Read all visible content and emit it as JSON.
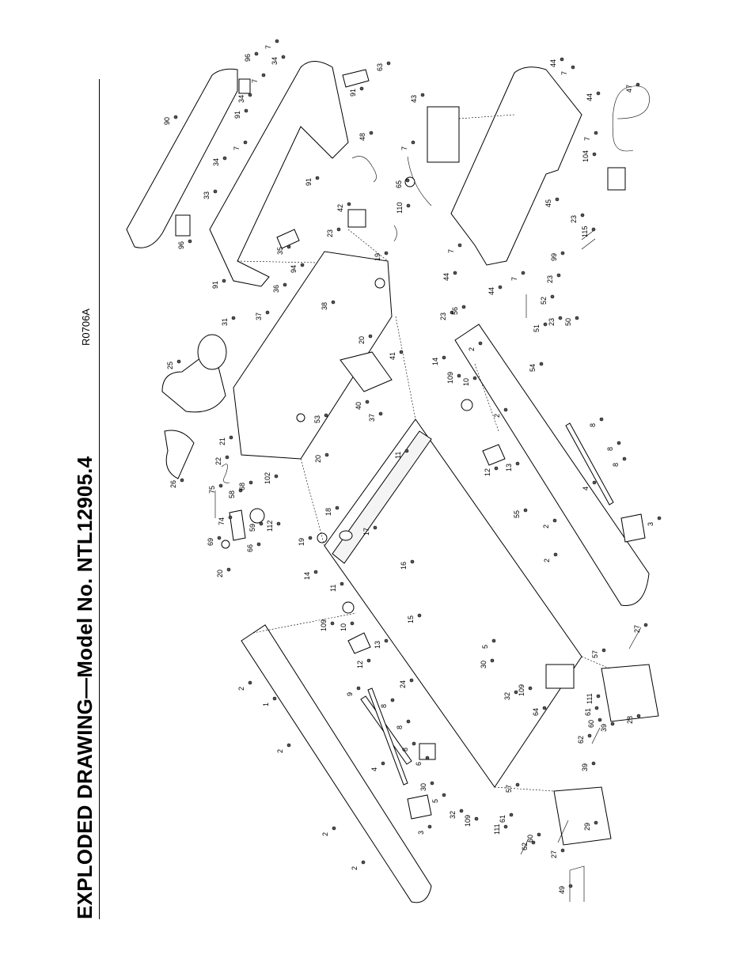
{
  "header": {
    "title": "EXPLODED DRAWING—Model No. NTL12905.4",
    "drawing_code": "R0706A"
  },
  "callouts": [
    {
      "id": "c-7a",
      "label": "7"
    },
    {
      "id": "c-34a",
      "label": "34"
    },
    {
      "id": "c-96a",
      "label": "96"
    },
    {
      "id": "c-63",
      "label": "63"
    },
    {
      "id": "c-7b",
      "label": "7"
    },
    {
      "id": "c-34b",
      "label": "34"
    },
    {
      "id": "c-91a",
      "label": "91"
    },
    {
      "id": "c-90",
      "label": "90"
    },
    {
      "id": "c-91b",
      "label": "91"
    },
    {
      "id": "c-7c",
      "label": "7"
    },
    {
      "id": "c-34c",
      "label": "34"
    },
    {
      "id": "c-33",
      "label": "33"
    },
    {
      "id": "c-91c",
      "label": "91"
    },
    {
      "id": "c-96b",
      "label": "96"
    },
    {
      "id": "c-91d",
      "label": "91"
    },
    {
      "id": "c-35",
      "label": "35"
    },
    {
      "id": "c-48",
      "label": "48"
    },
    {
      "id": "c-42",
      "label": "42"
    },
    {
      "id": "c-23a",
      "label": "23"
    },
    {
      "id": "c-110",
      "label": "110"
    },
    {
      "id": "c-65",
      "label": "65"
    },
    {
      "id": "c-7d",
      "label": "7"
    },
    {
      "id": "c-43",
      "label": "43"
    },
    {
      "id": "c-44a",
      "label": "44"
    },
    {
      "id": "c-7e",
      "label": "7"
    },
    {
      "id": "c-44b",
      "label": "44"
    },
    {
      "id": "c-7f",
      "label": "7"
    },
    {
      "id": "c-47",
      "label": "47"
    },
    {
      "id": "c-104",
      "label": "104"
    },
    {
      "id": "c-45",
      "label": "45"
    },
    {
      "id": "c-23b",
      "label": "23"
    },
    {
      "id": "c-115",
      "label": "115"
    },
    {
      "id": "c-7g",
      "label": "7"
    },
    {
      "id": "c-44c",
      "label": "44"
    },
    {
      "id": "c-99",
      "label": "99"
    },
    {
      "id": "c-23c",
      "label": "23"
    },
    {
      "id": "c-7h",
      "label": "7"
    },
    {
      "id": "c-44d",
      "label": "44"
    },
    {
      "id": "c-52",
      "label": "52"
    },
    {
      "id": "c-94",
      "label": "94"
    },
    {
      "id": "c-36",
      "label": "36"
    },
    {
      "id": "c-19a",
      "label": "19"
    },
    {
      "id": "c-38",
      "label": "38"
    },
    {
      "id": "c-37a",
      "label": "37"
    },
    {
      "id": "c-31",
      "label": "31"
    },
    {
      "id": "c-25",
      "label": "25"
    },
    {
      "id": "c-20a",
      "label": "20"
    },
    {
      "id": "c-41",
      "label": "41"
    },
    {
      "id": "c-40",
      "label": "40"
    },
    {
      "id": "c-37b",
      "label": "37"
    },
    {
      "id": "c-53",
      "label": "53"
    },
    {
      "id": "c-26",
      "label": "26"
    },
    {
      "id": "c-21",
      "label": "21"
    },
    {
      "id": "c-22",
      "label": "22"
    },
    {
      "id": "c-20b",
      "label": "20"
    },
    {
      "id": "c-75",
      "label": "75"
    },
    {
      "id": "c-58",
      "label": "58"
    },
    {
      "id": "c-68",
      "label": "68"
    },
    {
      "id": "c-102",
      "label": "102"
    },
    {
      "id": "c-74",
      "label": "74"
    },
    {
      "id": "c-59",
      "label": "59"
    },
    {
      "id": "c-112",
      "label": "112"
    },
    {
      "id": "c-69",
      "label": "69"
    },
    {
      "id": "c-66",
      "label": "66"
    },
    {
      "id": "c-20c",
      "label": "20"
    },
    {
      "id": "c-18",
      "label": "18"
    },
    {
      "id": "c-19b",
      "label": "19"
    },
    {
      "id": "c-17",
      "label": "17"
    },
    {
      "id": "c-14a",
      "label": "14"
    },
    {
      "id": "c-11a",
      "label": "11"
    },
    {
      "id": "c-16",
      "label": "16"
    },
    {
      "id": "c-109a",
      "label": "109"
    },
    {
      "id": "c-10a",
      "label": "10"
    },
    {
      "id": "c-15",
      "label": "15"
    },
    {
      "id": "c-13a",
      "label": "13"
    },
    {
      "id": "c-12a",
      "label": "12"
    },
    {
      "id": "c-24",
      "label": "24"
    },
    {
      "id": "c-9",
      "label": "9"
    },
    {
      "id": "c-8a",
      "label": "8"
    },
    {
      "id": "c-8b",
      "label": "8"
    },
    {
      "id": "c-8c",
      "label": "8"
    },
    {
      "id": "c-4a",
      "label": "4"
    },
    {
      "id": "c-6",
      "label": "6"
    },
    {
      "id": "c-30a",
      "label": "30"
    },
    {
      "id": "c-5a",
      "label": "5"
    },
    {
      "id": "c-32a",
      "label": "32"
    },
    {
      "id": "c-3a",
      "label": "3"
    },
    {
      "id": "c-109b",
      "label": "109"
    },
    {
      "id": "c-111a",
      "label": "111"
    },
    {
      "id": "c-61a",
      "label": "61"
    },
    {
      "id": "c-60a",
      "label": "60"
    },
    {
      "id": "c-57a",
      "label": "57"
    },
    {
      "id": "c-62a",
      "label": "62"
    },
    {
      "id": "c-39a",
      "label": "39"
    },
    {
      "id": "c-29",
      "label": "29"
    },
    {
      "id": "c-27a",
      "label": "27"
    },
    {
      "id": "c-49",
      "label": "49"
    },
    {
      "id": "c-1",
      "label": "1"
    },
    {
      "id": "c-2a",
      "label": "2"
    },
    {
      "id": "c-2b",
      "label": "2"
    },
    {
      "id": "c-2c",
      "label": "2"
    },
    {
      "id": "c-2d",
      "label": "2"
    },
    {
      "id": "c-51",
      "label": "51"
    },
    {
      "id": "c-23d",
      "label": "23"
    },
    {
      "id": "c-50",
      "label": "50"
    },
    {
      "id": "c-23e",
      "label": "23"
    },
    {
      "id": "c-56",
      "label": "56"
    },
    {
      "id": "c-14b",
      "label": "14"
    },
    {
      "id": "c-109c",
      "label": "109"
    },
    {
      "id": "c-10b",
      "label": "10"
    },
    {
      "id": "c-2e",
      "label": "2"
    },
    {
      "id": "c-54",
      "label": "54"
    },
    {
      "id": "c-11b",
      "label": "11"
    },
    {
      "id": "c-2f",
      "label": "2"
    },
    {
      "id": "c-12b",
      "label": "12"
    },
    {
      "id": "c-13b",
      "label": "13"
    },
    {
      "id": "c-8d",
      "label": "8"
    },
    {
      "id": "c-8e",
      "label": "8"
    },
    {
      "id": "c-8f",
      "label": "8"
    },
    {
      "id": "c-4b",
      "label": "4"
    },
    {
      "id": "c-3b",
      "label": "3"
    },
    {
      "id": "c-55",
      "label": "55"
    },
    {
      "id": "c-2g",
      "label": "2"
    },
    {
      "id": "c-2h",
      "label": "2"
    },
    {
      "id": "c-30b",
      "label": "30"
    },
    {
      "id": "c-5b",
      "label": "5"
    },
    {
      "id": "c-32b",
      "label": "32"
    },
    {
      "id": "c-109d",
      "label": "109"
    },
    {
      "id": "c-64",
      "label": "64"
    },
    {
      "id": "c-57b",
      "label": "57"
    },
    {
      "id": "c-27b",
      "label": "27"
    },
    {
      "id": "c-111b",
      "label": "111"
    },
    {
      "id": "c-61b",
      "label": "61"
    },
    {
      "id": "c-60b",
      "label": "60"
    },
    {
      "id": "c-39b",
      "label": "39"
    },
    {
      "id": "c-28",
      "label": "28"
    },
    {
      "id": "c-62b",
      "label": "62"
    }
  ]
}
